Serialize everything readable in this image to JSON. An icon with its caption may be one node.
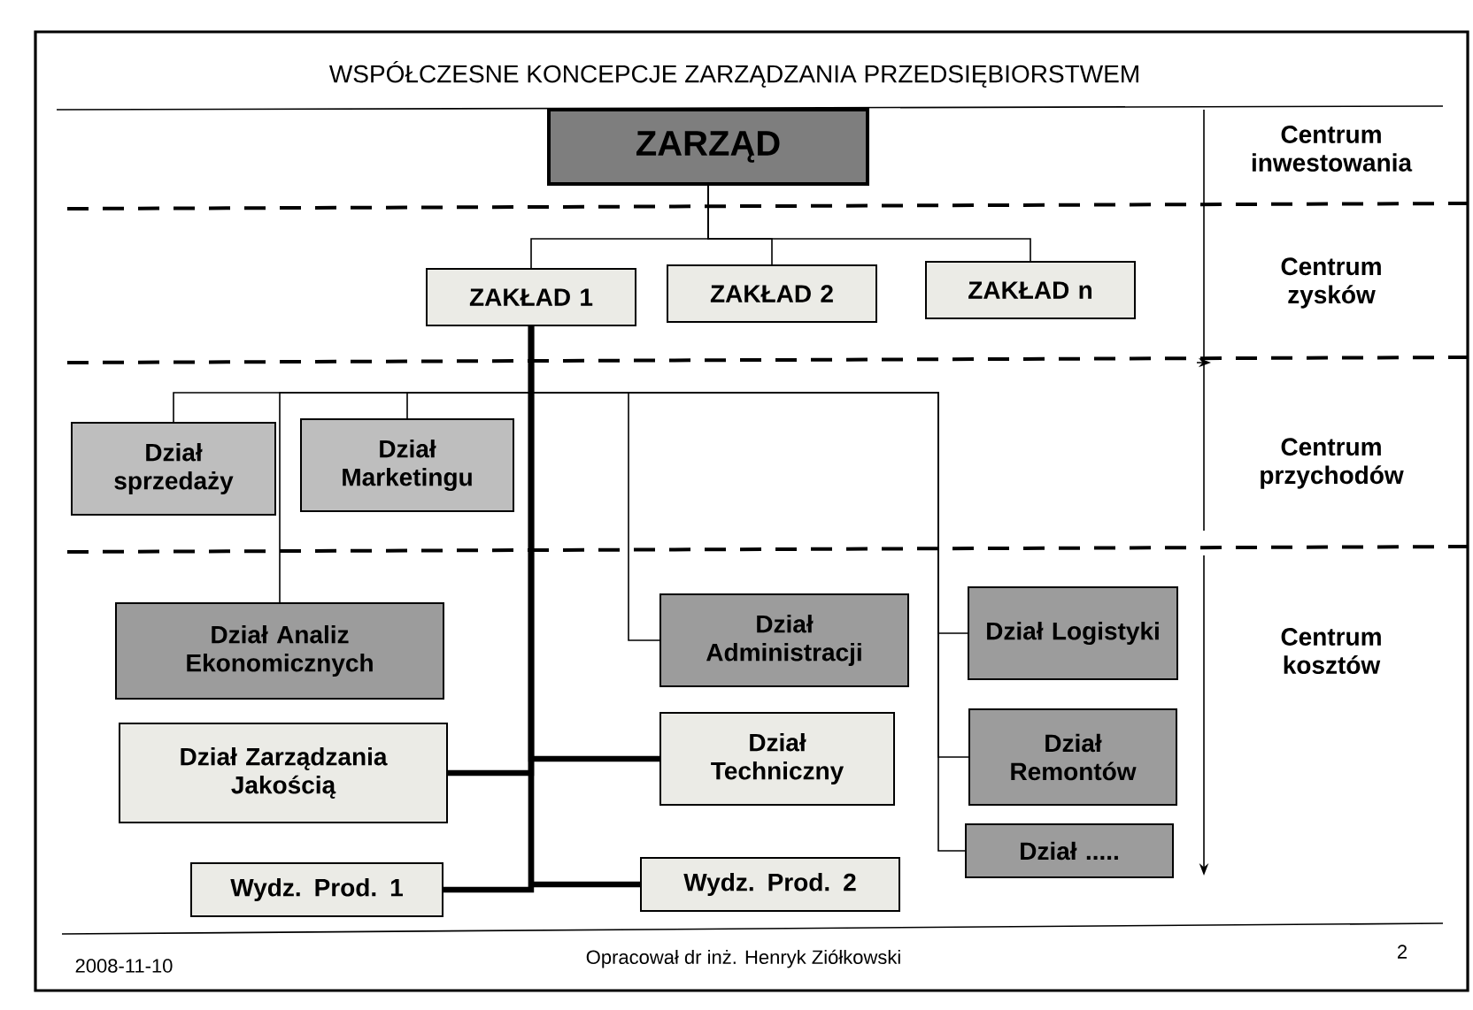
{
  "diagram": {
    "title": "WSPÓŁCZESNE KONCEPCJE ZARZĄDZANIA PRZEDSIĘBIORSTWEM",
    "nodes": [
      {
        "text": [
          "ZARZĄD"
        ]
      },
      {
        "text": [
          "ZAKŁAD 1"
        ]
      },
      {
        "text": [
          "ZAKŁAD 2"
        ]
      },
      {
        "text": [
          "ZAKŁAD n"
        ]
      },
      {
        "text": [
          "Dział sprzedaży"
        ]
      },
      {
        "text": [
          "Dział Marketingu"
        ]
      },
      {
        "text": [
          "Dział Analiz Ekonomicznych"
        ]
      },
      {
        "text": [
          "Dział Administracji"
        ]
      },
      {
        "text": [
          "Dział Logistyki"
        ]
      },
      {
        "text": [
          "Dział Zarządzania Jakością"
        ]
      },
      {
        "text": [
          "Dział Techniczny"
        ]
      },
      {
        "text": [
          "Dział Remontów"
        ]
      },
      {
        "text": [
          "Dział ....."
        ]
      },
      {
        "text": [
          "Wydz. Prod. 1"
        ]
      },
      {
        "text": [
          "Wydz. Prod. 2"
        ]
      }
    ],
    "edges": [
      {
        "from": 0,
        "to": 1,
        "arrow": "none"
      },
      {
        "from": 0,
        "to": 2,
        "arrow": "none"
      },
      {
        "from": 0,
        "to": 3,
        "arrow": "none"
      },
      {
        "from": 1,
        "to": 4,
        "arrow": "none"
      },
      {
        "from": 1,
        "to": 5,
        "arrow": "none"
      },
      {
        "from": 1,
        "to": 6,
        "arrow": "none"
      },
      {
        "from": 1,
        "to": 7,
        "arrow": "none"
      },
      {
        "from": 1,
        "to": 8,
        "arrow": "none"
      },
      {
        "from": 1,
        "to": 11,
        "arrow": "none"
      },
      {
        "from": 1,
        "to": 12,
        "arrow": "none"
      },
      {
        "from": 1,
        "to": 9,
        "arrow": "none",
        "style": "thick"
      },
      {
        "from": 1,
        "to": 10,
        "arrow": "none",
        "style": "thick"
      },
      {
        "from": 1,
        "to": 13,
        "arrow": "none",
        "style": "thick"
      },
      {
        "from": 1,
        "to": 14,
        "arrow": "none",
        "style": "thick"
      }
    ],
    "labels": [
      "Centrum inwestowania",
      "Centrum zysków",
      "Centrum przychodów",
      "Centrum kosztów",
      "2008-11-10",
      "Opracował dr inż. Henryk Ziółkowski",
      "2"
    ]
  }
}
